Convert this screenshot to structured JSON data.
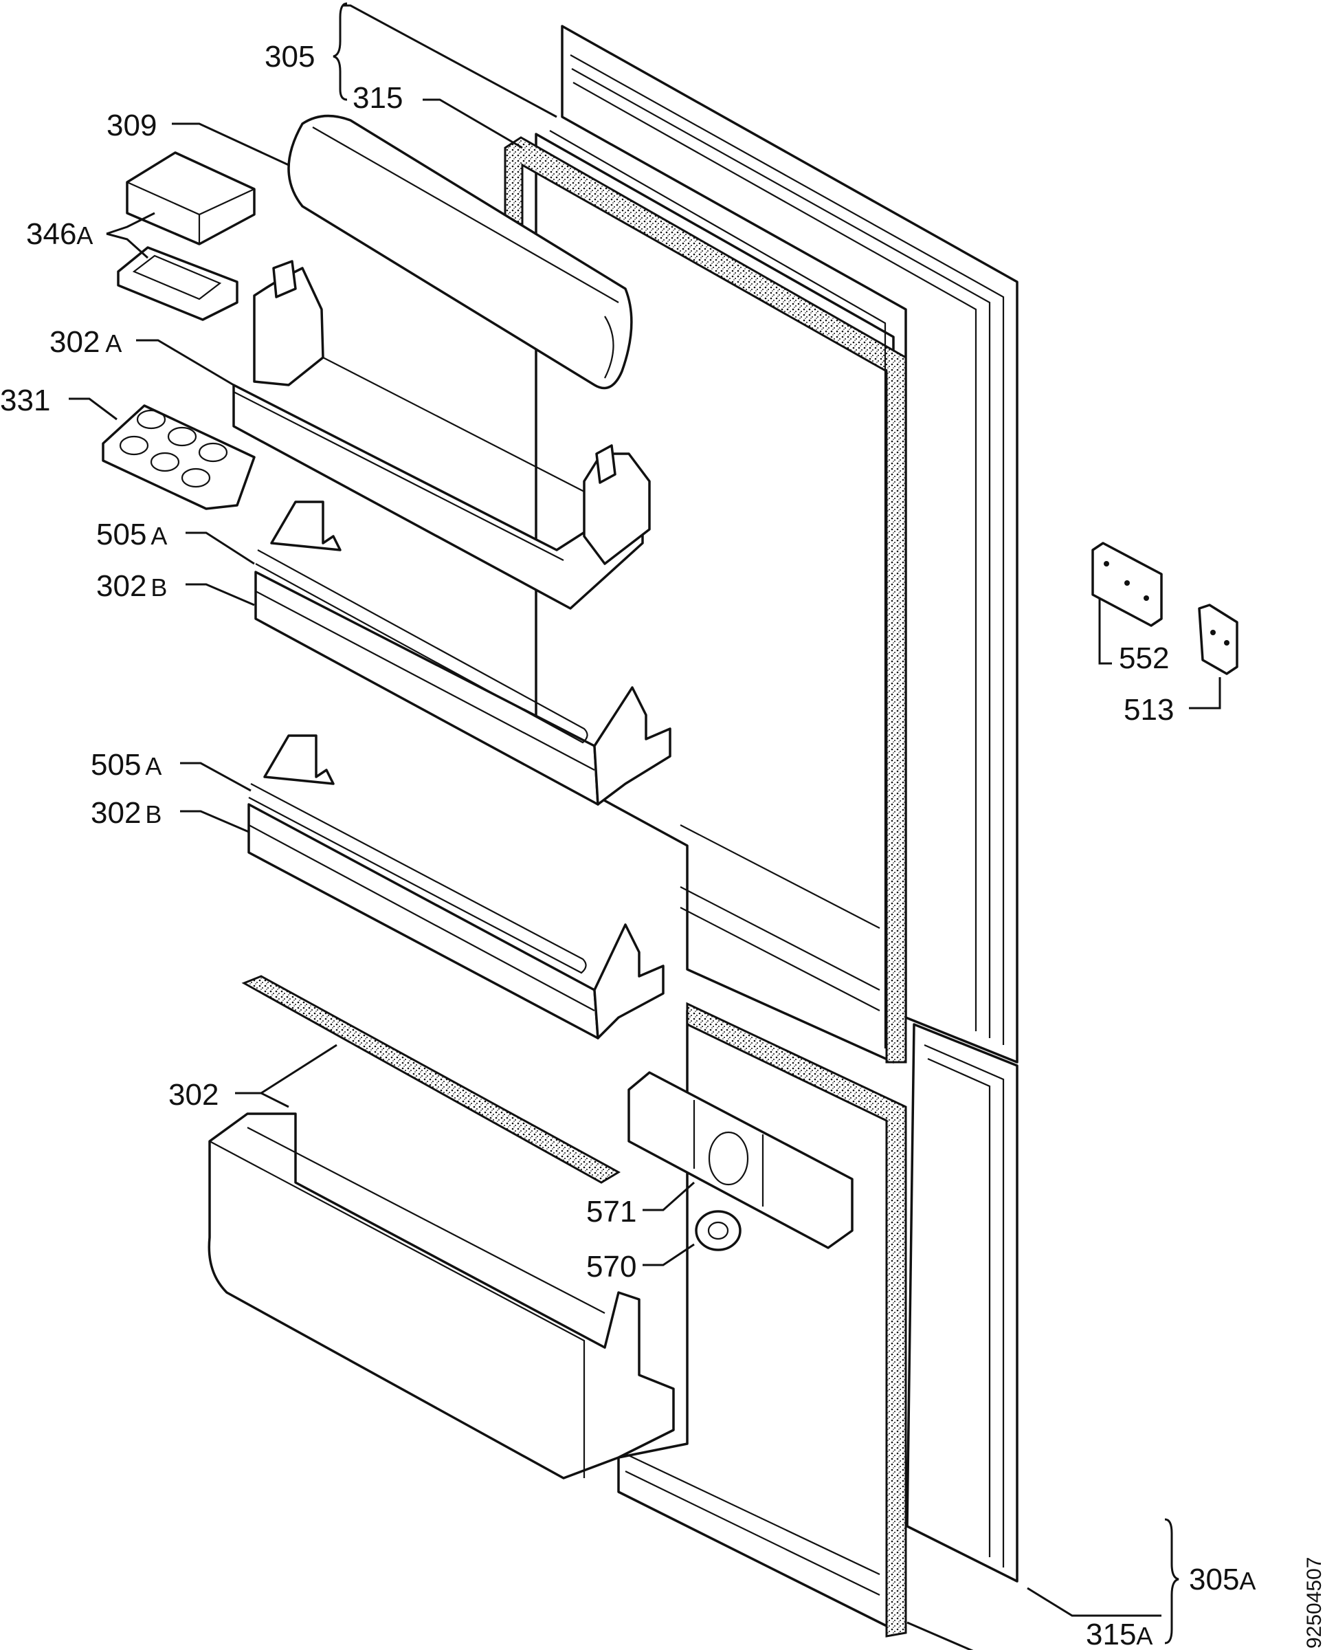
{
  "diagram": {
    "drawing_code": "92504507",
    "labels": [
      {
        "id": "305",
        "main": "305",
        "suffix": ""
      },
      {
        "id": "315",
        "main": "315",
        "suffix": ""
      },
      {
        "id": "309",
        "main": "309",
        "suffix": ""
      },
      {
        "id": "346A",
        "main": "346",
        "suffix": "A"
      },
      {
        "id": "302A",
        "main": "302",
        "suffix": "A"
      },
      {
        "id": "331",
        "main": "331",
        "suffix": ""
      },
      {
        "id": "505A-1",
        "main": "505",
        "suffix": "A"
      },
      {
        "id": "302B-1",
        "main": "302",
        "suffix": "B"
      },
      {
        "id": "505A-2",
        "main": "505",
        "suffix": "A"
      },
      {
        "id": "302B-2",
        "main": "302",
        "suffix": "B"
      },
      {
        "id": "302",
        "main": "302",
        "suffix": ""
      },
      {
        "id": "571",
        "main": "571",
        "suffix": ""
      },
      {
        "id": "570",
        "main": "570",
        "suffix": ""
      },
      {
        "id": "552",
        "main": "552",
        "suffix": ""
      },
      {
        "id": "513",
        "main": "513",
        "suffix": ""
      },
      {
        "id": "305A",
        "main": "305",
        "suffix": "A"
      },
      {
        "id": "315A",
        "main": "315",
        "suffix": "A"
      }
    ]
  }
}
